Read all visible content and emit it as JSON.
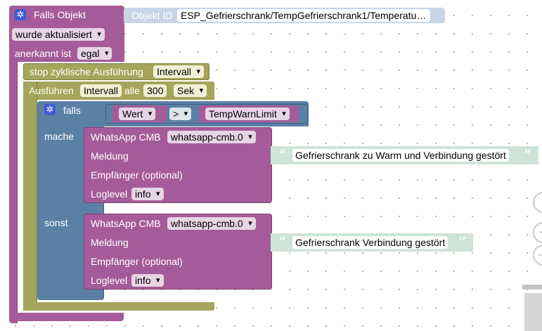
{
  "trigger": {
    "title": "Falls Objekt",
    "object_label": "Objekt ID",
    "object_value": "ESP_Gefrierschrank/TempGefrierschrank1/Temperatu…",
    "event_value": "wurde aktualisiert",
    "ack_label": "anerkannt ist",
    "ack_value": "egal"
  },
  "stop_block": {
    "label": "stop zyklische Ausführung",
    "value": "Intervall"
  },
  "interval_block": {
    "label": "Ausführen",
    "name": "Intervall",
    "every_label": "alle",
    "amount": "300",
    "unit": "Sek"
  },
  "if_block": {
    "if_label": "falls",
    "left_operand": "Wert",
    "operator": ">",
    "right_operand": "TempWarnLimit",
    "then_label": "mache",
    "else_label": "sonst"
  },
  "whatsapp_then": {
    "title": "WhatsApp CMB",
    "instance": "whatsapp-cmb.0",
    "message_label": "Meldung",
    "recipient_label": "Empfänger (optional)",
    "loglevel_label": "Loglevel",
    "loglevel_value": "info",
    "message_text": "Gefrierschrank zu Warm und Verbindung gestört"
  },
  "whatsapp_else": {
    "title": "WhatsApp CMB",
    "instance": "whatsapp-cmb.0",
    "message_label": "Meldung",
    "recipient_label": "Empfänger (optional)",
    "loglevel_label": "Loglevel",
    "loglevel_value": "info",
    "message_text": "Gefrierschrank Verbindung gestört"
  },
  "quotes": {
    "open": "“",
    "close": "”"
  },
  "colors": {
    "trigger": "#a55b99",
    "timer": "#a5a55b",
    "logic": "#5b80a5",
    "text": "#cfe4d8",
    "whatsapp": "#a55b99"
  },
  "icons": {
    "gear": "gear-icon",
    "zoom_in": "zoom-in-icon",
    "zoom_out": "zoom-out-icon",
    "trash": "trash-icon"
  }
}
